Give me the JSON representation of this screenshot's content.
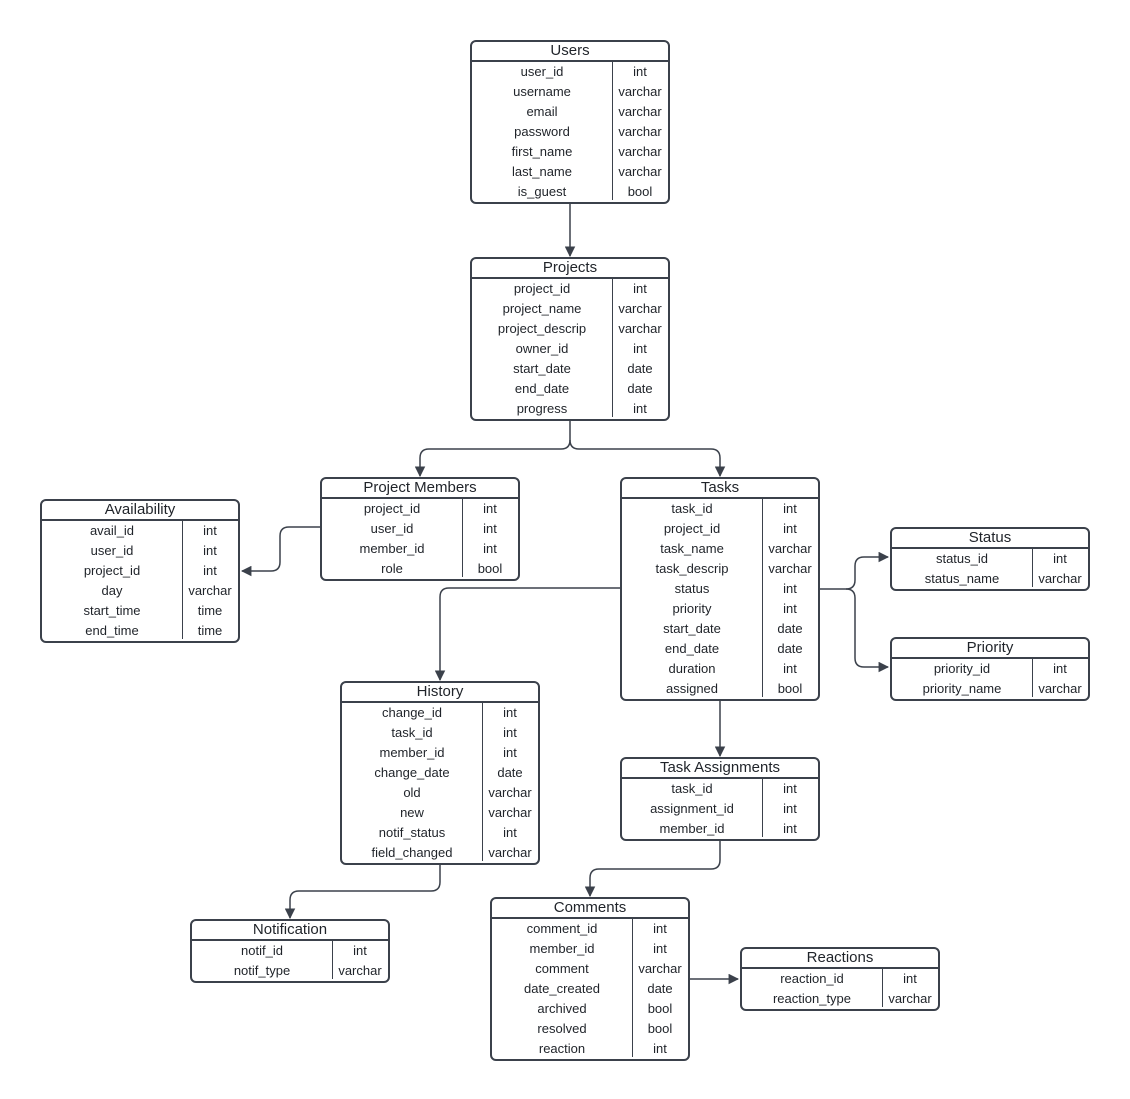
{
  "colors": {
    "line": "#3b414b",
    "text": "#1f2329",
    "background": "#ffffff"
  },
  "tables": [
    {
      "id": "users",
      "title": "Users",
      "fields": [
        {
          "name": "user_id",
          "type": "int"
        },
        {
          "name": "username",
          "type": "varchar"
        },
        {
          "name": "email",
          "type": "varchar"
        },
        {
          "name": "password",
          "type": "varchar"
        },
        {
          "name": "first_name",
          "type": "varchar"
        },
        {
          "name": "last_name",
          "type": "varchar"
        },
        {
          "name": "is_guest",
          "type": "bool"
        }
      ]
    },
    {
      "id": "projects",
      "title": "Projects",
      "fields": [
        {
          "name": "project_id",
          "type": "int"
        },
        {
          "name": "project_name",
          "type": "varchar"
        },
        {
          "name": "project_descrip",
          "type": "varchar"
        },
        {
          "name": "owner_id",
          "type": "int"
        },
        {
          "name": "start_date",
          "type": "date"
        },
        {
          "name": "end_date",
          "type": "date"
        },
        {
          "name": "progress",
          "type": "int"
        }
      ]
    },
    {
      "id": "project-members",
      "title": "Project Members",
      "fields": [
        {
          "name": "project_id",
          "type": "int"
        },
        {
          "name": "user_id",
          "type": "int"
        },
        {
          "name": "member_id",
          "type": "int"
        },
        {
          "name": "role",
          "type": "bool"
        }
      ]
    },
    {
      "id": "availability",
      "title": "Availability",
      "fields": [
        {
          "name": "avail_id",
          "type": "int"
        },
        {
          "name": "user_id",
          "type": "int"
        },
        {
          "name": "project_id",
          "type": "int"
        },
        {
          "name": "day",
          "type": "varchar"
        },
        {
          "name": "start_time",
          "type": "time"
        },
        {
          "name": "end_time",
          "type": "time"
        }
      ]
    },
    {
      "id": "tasks",
      "title": "Tasks",
      "fields": [
        {
          "name": "task_id",
          "type": "int"
        },
        {
          "name": "project_id",
          "type": "int"
        },
        {
          "name": "task_name",
          "type": "varchar"
        },
        {
          "name": "task_descrip",
          "type": "varchar"
        },
        {
          "name": "status",
          "type": "int"
        },
        {
          "name": "priority",
          "type": "int"
        },
        {
          "name": "start_date",
          "type": "date"
        },
        {
          "name": "end_date",
          "type": "date"
        },
        {
          "name": "duration",
          "type": "int"
        },
        {
          "name": "assigned",
          "type": "bool"
        }
      ]
    },
    {
      "id": "status",
      "title": "Status",
      "fields": [
        {
          "name": "status_id",
          "type": "int"
        },
        {
          "name": "status_name",
          "type": "varchar"
        }
      ]
    },
    {
      "id": "priority",
      "title": "Priority",
      "fields": [
        {
          "name": "priority_id",
          "type": "int"
        },
        {
          "name": "priority_name",
          "type": "varchar"
        }
      ]
    },
    {
      "id": "history",
      "title": "History",
      "fields": [
        {
          "name": "change_id",
          "type": "int"
        },
        {
          "name": "task_id",
          "type": "int"
        },
        {
          "name": "member_id",
          "type": "int"
        },
        {
          "name": "change_date",
          "type": "date"
        },
        {
          "name": "old",
          "type": "varchar"
        },
        {
          "name": "new",
          "type": "varchar"
        },
        {
          "name": "notif_status",
          "type": "int"
        },
        {
          "name": "field_changed",
          "type": "varchar"
        }
      ]
    },
    {
      "id": "task-assignments",
      "title": "Task Assignments",
      "fields": [
        {
          "name": "task_id",
          "type": "int"
        },
        {
          "name": "assignment_id",
          "type": "int"
        },
        {
          "name": "member_id",
          "type": "int"
        }
      ]
    },
    {
      "id": "notification",
      "title": "Notification",
      "fields": [
        {
          "name": "notif_id",
          "type": "int"
        },
        {
          "name": "notif_type",
          "type": "varchar"
        }
      ]
    },
    {
      "id": "comments",
      "title": "Comments",
      "fields": [
        {
          "name": "comment_id",
          "type": "int"
        },
        {
          "name": "member_id",
          "type": "int"
        },
        {
          "name": "comment",
          "type": "varchar"
        },
        {
          "name": "date_created",
          "type": "date"
        },
        {
          "name": "archived",
          "type": "bool"
        },
        {
          "name": "resolved",
          "type": "bool"
        },
        {
          "name": "reaction",
          "type": "int"
        }
      ]
    },
    {
      "id": "reactions",
      "title": "Reactions",
      "fields": [
        {
          "name": "reaction_id",
          "type": "int"
        },
        {
          "name": "reaction_type",
          "type": "varchar"
        }
      ]
    }
  ]
}
